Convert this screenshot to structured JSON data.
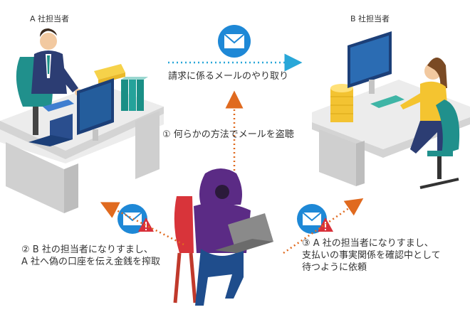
{
  "company_a": {
    "caption": "A 社担当者"
  },
  "company_b": {
    "caption": "B 社担当者"
  },
  "top_flow": {
    "label": "請求に係るメールのやり取り"
  },
  "steps": {
    "step1": {
      "label": "① 何らかの方法でメールを盗聴"
    },
    "step2": {
      "line1": "② B 社の担当者になりすまし、",
      "line2": "A 社へ偽の口座を伝え金銭を搾取"
    },
    "step3": {
      "line1": "③ A 社の担当者になりすまし、",
      "line2": "支払いの事実関係を確認中として",
      "line3": "待つように依頼"
    }
  },
  "icons": [
    "envelope-icon",
    "warning-icon",
    "monitor-icon",
    "laptop-icon",
    "chair-icon",
    "books-icon",
    "coin-stack-icon",
    "arrow-right-icon",
    "arrow-up-icon"
  ],
  "colors": {
    "envelope": "#1e88d6",
    "warning": "#d8303a",
    "dotted_blue": "#29a7d8",
    "dotted_orange": "#e06a1f",
    "hacker": "#5b2b85",
    "desk": "#e8e8e8",
    "monitor": "#1c3f78"
  }
}
